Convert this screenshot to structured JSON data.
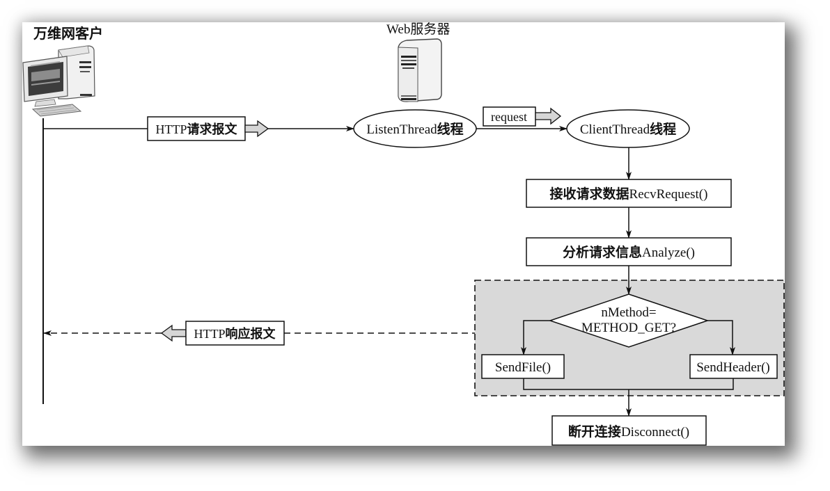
{
  "actors": {
    "client": {
      "label": "万维网客户",
      "icon": "desktop-computer-icon"
    },
    "server": {
      "label": "Web服务器",
      "icon": "server-tower-icon"
    }
  },
  "messages": {
    "request_msg": {
      "prefix": "HTTP",
      "suffix": "请求报文"
    },
    "response_msg": {
      "prefix": "HTTP",
      "suffix": "响应报文"
    },
    "request_pass": "request"
  },
  "nodes": {
    "listen_thread": {
      "prefix": "ListenThread",
      "suffix": "线程"
    },
    "client_thread": {
      "prefix": "ClientThread",
      "suffix": "线程"
    },
    "recv_request": {
      "cn": "接收请求数据",
      "en": "RecvRequest()"
    },
    "analyze": {
      "cn": "分析请求信息",
      "en": "Analyze()"
    },
    "decision": {
      "line1": "nMethod=",
      "line2": "METHOD_GET?"
    },
    "send_file": "SendFile()",
    "send_header": "SendHeader()",
    "disconnect": {
      "cn": "断开连接",
      "en": "Disconnect()"
    }
  },
  "colors": {
    "stroke": "#111111",
    "group_fill": "#d9d9d9",
    "arrow_fill": "#d6d6d6",
    "box_fill": "#ffffff"
  }
}
